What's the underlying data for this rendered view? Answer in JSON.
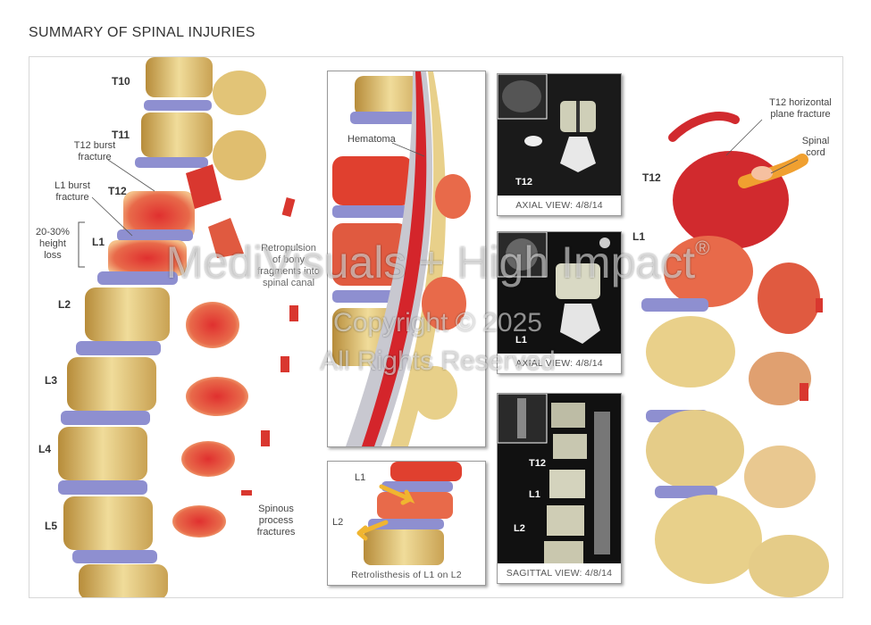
{
  "title": "SUMMARY OF SPINAL INJURIES",
  "left_panel": {
    "levels": [
      "T10",
      "T11",
      "T12",
      "L2",
      "L3",
      "L4",
      "L5"
    ],
    "l1_level": "L1",
    "t12_burst": "T12 burst\nfracture",
    "l1_burst": "L1 burst\nfracture",
    "height_loss": "20-30%\nheight\nloss",
    "retropulsion": "Retropulsion\nof bony\nfragments into\nspinal canal",
    "spinous": "Spinous\nprocess\nfractures"
  },
  "hematoma_panel": {
    "label": "Hematoma"
  },
  "retrolisthesis_panel": {
    "caption": "Retrolisthesis of L1 on L2",
    "l1": "L1",
    "l2": "L2"
  },
  "ct_views": {
    "axial": {
      "caption": "AXIAL VIEW: 4/8/14",
      "level": "T12"
    },
    "axial2": {
      "caption": "AXIAL VIEW: 4/8/14",
      "level": "L1"
    },
    "sagittal": {
      "caption": "SAGITTAL VIEW: 4/8/14",
      "levels": [
        "T12",
        "L1",
        "L2"
      ]
    }
  },
  "right_panel": {
    "t12_fracture": "T12 horizontal\nplane fracture",
    "spinal_cord": "Spinal\ncord",
    "t12": "T12",
    "l1": "L1"
  },
  "watermark": {
    "line1": "MediVisuals + High Impact",
    "registered": "®",
    "line2": "Copyright © 2025",
    "line3": "All Rights Reserved"
  },
  "colors": {
    "bone": "#e8d08a",
    "disc": "#8e8fd0",
    "injury": "#d9272e"
  }
}
